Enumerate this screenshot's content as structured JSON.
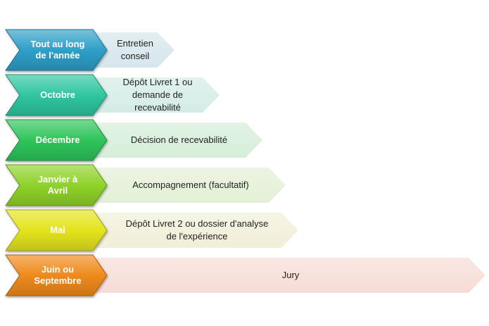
{
  "steps": [
    {
      "period": [
        "Tout au long",
        "de l'année"
      ],
      "description": [
        "Entretien",
        "conseil"
      ],
      "color": "#2f9fc8",
      "color_light": "#d6e6ec"
    },
    {
      "period": [
        "Octobre"
      ],
      "description": [
        "Dépôt Livret 1 ou",
        "demande de",
        "recevabilité"
      ],
      "color": "#2fc6a0",
      "color_light": "#d4ece6"
    },
    {
      "period": [
        "Décembre"
      ],
      "description": [
        "Décision de recevabilité"
      ],
      "color": "#2ec55a",
      "color_light": "#d6eed9"
    },
    {
      "period": [
        "Janvier à",
        "Avril"
      ],
      "description": [
        "Accompagnement  (facultatif)"
      ],
      "color": "#8fd22a",
      "color_light": "#e4f0d6"
    },
    {
      "period": [
        "Mai"
      ],
      "description": [
        "Dépôt Livret 2 ou dossier d'analyse",
        "de l'expérience"
      ],
      "color": "#e4e41e",
      "color_light": "#f1efd8"
    },
    {
      "period": [
        "Juin ou",
        "Septembre"
      ],
      "description": [
        "Jury"
      ],
      "color": "#ef8a1c",
      "color_light": "#f6ddd6"
    }
  ]
}
